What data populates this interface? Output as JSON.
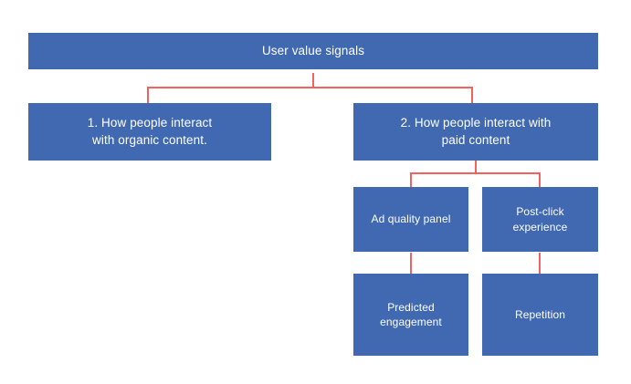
{
  "diagram": {
    "type": "tree",
    "title": "User value signals",
    "colors": {
      "node_fill": "#4069b2",
      "node_text": "#ffffff",
      "connector": "#f4615e",
      "background": "#ffffff"
    },
    "nodes": {
      "root": {
        "label": "User value signals"
      },
      "branch_organic": {
        "label": "1. How people interact\nwith organic content."
      },
      "branch_paid": {
        "label": "2. How people interact with\npaid content"
      },
      "ad_quality_panel": {
        "label": "Ad quality panel"
      },
      "post_click_experience": {
        "label": "Post-click\nexperience"
      },
      "predicted_engagement": {
        "label": "Predicted\nengagement"
      },
      "repetition": {
        "label": "Repetition"
      }
    },
    "edges": [
      {
        "from": "root",
        "to": "branch_organic"
      },
      {
        "from": "root",
        "to": "branch_paid"
      },
      {
        "from": "branch_paid",
        "to": "ad_quality_panel"
      },
      {
        "from": "branch_paid",
        "to": "post_click_experience"
      },
      {
        "from": "ad_quality_panel",
        "to": "predicted_engagement"
      },
      {
        "from": "post_click_experience",
        "to": "repetition"
      }
    ]
  }
}
